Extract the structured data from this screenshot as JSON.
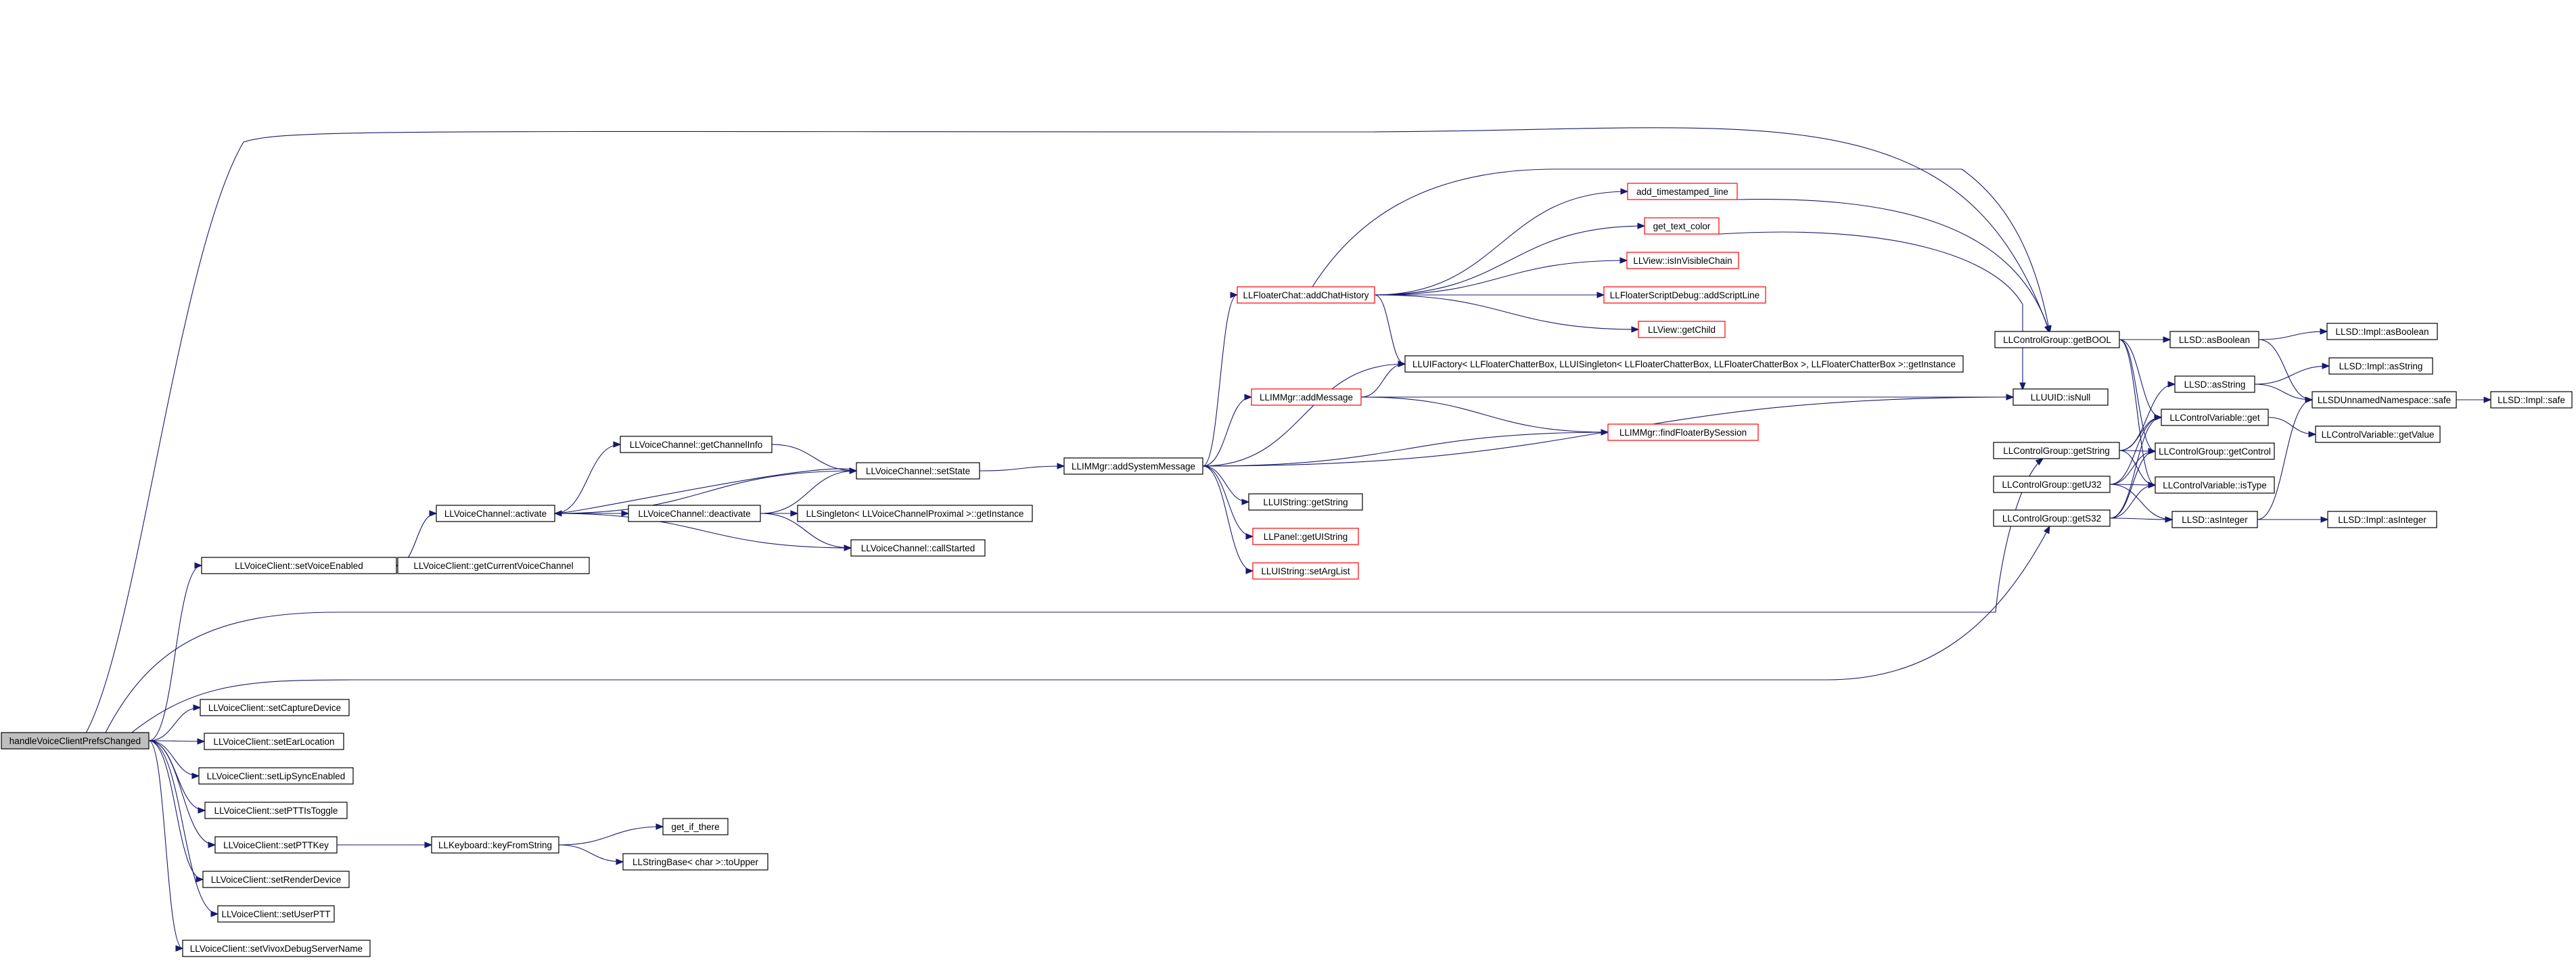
{
  "diagram": {
    "root": "handleVoiceClientPrefsChanged",
    "nodes": {
      "root": "handleVoiceClientPrefsChanged",
      "setVoiceEnabled": "LLVoiceClient::setVoiceEnabled",
      "activate": "LLVoiceChannel::activate",
      "getChannelInfo": "LLVoiceChannel::getChannelInfo",
      "setState": "LLVoiceChannel::setState",
      "deactivate": "LLVoiceChannel::deactivate",
      "singletonProximal": "LLSingleton< LLVoiceChannelProximal >::getInstance",
      "callStarted": "LLVoiceChannel::callStarted",
      "getCurrentVoiceChannel": "LLVoiceClient::getCurrentVoiceChannel",
      "addSystemMessage": "LLIMMgr::addSystemMessage",
      "addChatHistory": "LLFloaterChat::addChatHistory",
      "addTimestampedLine": "add_timestamped_line",
      "getTextColor": "get_text_color",
      "isInVisibleChain": "LLView::isInVisibleChain",
      "addScriptLine": "LLFloaterScriptDebug::addScriptLine",
      "getChild": "LLView::getChild",
      "uiFactory": "LLUIFactory< LLFloaterChatterBox, LLUISingleton< LLFloaterChatterBox, LLFloaterChatterBox >, LLFloaterChatterBox >::getInstance",
      "addMessage": "LLIMMgr::addMessage",
      "findFloaterBySession": "LLIMMgr::findFloaterBySession",
      "isNull": "LLUUID::isNull",
      "uistringGetString": "LLUIString::getString",
      "panelGetUIString": "LLPanel::getUIString",
      "setArgList": "LLUIString::setArgList",
      "getBOOL": "LLControlGroup::getBOOL",
      "getString": "LLControlGroup::getString",
      "getU32": "LLControlGroup::getU32",
      "getS32": "LLControlGroup::getS32",
      "asBoolean": "LLSD::asBoolean",
      "implAsBoolean": "LLSD::Impl::asBoolean",
      "asString": "LLSD::asString",
      "implAsString": "LLSD::Impl::asString",
      "cvGet": "LLControlVariable::get",
      "safe": "LLSDUnnamedNamespace::safe",
      "implSafe": "LLSD::Impl::safe",
      "cvGetValue": "LLControlVariable::getValue",
      "getControl": "LLControlGroup::getControl",
      "isType": "LLControlVariable::isType",
      "asInteger": "LLSD::asInteger",
      "implAsInteger": "LLSD::Impl::asInteger",
      "setCaptureDevice": "LLVoiceClient::setCaptureDevice",
      "setEarLocation": "LLVoiceClient::setEarLocation",
      "setLipSyncEnabled": "LLVoiceClient::setLipSyncEnabled",
      "setPTTIsToggle": "LLVoiceClient::setPTTIsToggle",
      "setPTTKey": "LLVoiceClient::setPTTKey",
      "keyFromString": "LLKeyboard::keyFromString",
      "getIfThere": "get_if_there",
      "toUpper": "LLStringBase< char >::toUpper",
      "setRenderDevice": "LLVoiceClient::setRenderDevice",
      "setUserPTT": "LLVoiceClient::setUserPTT",
      "setVivoxDebugServerName": "LLVoiceClient::setVivoxDebugServerName"
    },
    "red_nodes": [
      "addChatHistory",
      "addTimestampedLine",
      "getTextColor",
      "isInVisibleChain",
      "addScriptLine",
      "getChild",
      "addMessage",
      "findFloaterBySession",
      "panelGetUIString",
      "setArgList"
    ],
    "colors": {
      "edge": "#191970",
      "root_fill": "#bfbfbf",
      "node_border": "#000000",
      "red_border": "#ff0000"
    }
  }
}
